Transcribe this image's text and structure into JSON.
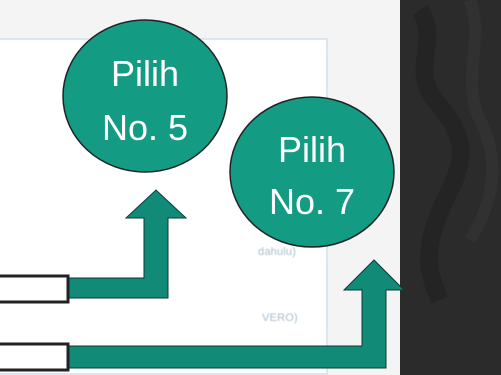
{
  "callouts": [
    {
      "line1": "Pilih",
      "line2": "No. 5"
    },
    {
      "line1": "Pilih",
      "line2": "No. 7"
    }
  ],
  "background_fragments": {
    "fragment_a": "dahulu)",
    "fragment_b": "VERO)"
  },
  "colors": {
    "bubble_fill": "#139b84",
    "bubble_stroke": "#222222",
    "arrow_fill": "#128a78",
    "highlight_box_stroke": "#222222",
    "dark_side": "#2b2b2b"
  }
}
